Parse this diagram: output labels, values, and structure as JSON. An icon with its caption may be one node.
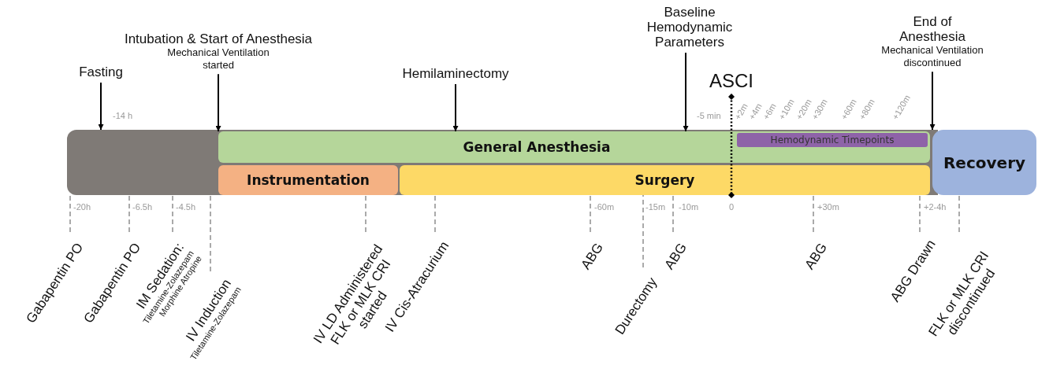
{
  "diagram": {
    "nodes": [
      {
        "text": [
          "Fasting"
        ]
      },
      {
        "text": [
          "Intubation & Start of Anesthesia",
          "Mechanical Ventilation started"
        ]
      },
      {
        "text": [
          "Hemilaminectomy"
        ]
      },
      {
        "text": [
          "Baseline Hemodynamic Parameters"
        ]
      },
      {
        "text": [
          "ASCI"
        ]
      },
      {
        "text": [
          "End of Anesthesia",
          "Mechanical Ventilation discontinued"
        ]
      },
      {
        "text": [],
        "shape": "bar"
      },
      {
        "text": [
          "General Anesthesia"
        ],
        "in": 6
      },
      {
        "text": [
          "Hemodynamic Timepoints"
        ],
        "in": 7
      },
      {
        "text": [
          "Instrumentation"
        ],
        "in": 6
      },
      {
        "text": [
          "Surgery"
        ],
        "in": 6
      },
      {
        "text": [
          "Recovery"
        ]
      },
      {
        "text": [
          "Gabapentin PO"
        ]
      },
      {
        "text": [
          "Gabapentin PO"
        ]
      },
      {
        "text": [
          "IM Sedation:",
          "Tiletamine-Zolazepam Morphine Atropine"
        ]
      },
      {
        "text": [
          "IV Induction",
          "Tiletamine-Zolazepam"
        ]
      },
      {
        "text": [
          "IV LD Administered FLK or MLK CRI started"
        ]
      },
      {
        "text": [
          "IV Cis-Atracurium"
        ]
      },
      {
        "text": [
          "ABG"
        ]
      },
      {
        "text": [
          "Durectomy"
        ]
      },
      {
        "text": [
          "ABG"
        ]
      },
      {
        "text": [
          "ABG"
        ]
      },
      {
        "text": [
          "ABG Drawn"
        ]
      },
      {
        "text": [
          "FLK or MLK CRI discontinued"
        ]
      }
    ],
    "edges": [
      {
        "from": 0,
        "to": 6,
        "arrow": "to",
        "color": "#000000"
      },
      {
        "from": 1,
        "to": 7,
        "arrow": "to",
        "color": "#000000"
      },
      {
        "from": 2,
        "to": 7,
        "arrow": "to",
        "color": "#000000"
      },
      {
        "from": 3,
        "to": 7,
        "arrow": "to",
        "color": "#000000"
      },
      {
        "from": 4,
        "to": 10,
        "arrow": "other",
        "style": "dashed",
        "color": "#000000"
      },
      {
        "from": 5,
        "to": 11,
        "arrow": "to",
        "color": "#000000"
      },
      {
        "from": 12,
        "to": 6,
        "arrow": "none",
        "style": "dashed"
      },
      {
        "from": 13,
        "to": 6,
        "arrow": "none",
        "style": "dashed"
      },
      {
        "from": 14,
        "to": 6,
        "arrow": "none",
        "style": "dashed"
      },
      {
        "from": 15,
        "to": 6,
        "arrow": "none",
        "style": "dashed"
      },
      {
        "from": 16,
        "to": 9,
        "arrow": "none",
        "style": "dashed"
      },
      {
        "from": 17,
        "to": 10,
        "arrow": "none",
        "style": "dashed"
      },
      {
        "from": 18,
        "to": 10,
        "arrow": "none",
        "style": "dashed"
      },
      {
        "from": 19,
        "to": 10,
        "arrow": "none",
        "style": "dashed"
      },
      {
        "from": 20,
        "to": 10,
        "arrow": "none",
        "style": "dashed"
      },
      {
        "from": 21,
        "to": 10,
        "arrow": "none",
        "style": "dashed"
      },
      {
        "from": 22,
        "to": 10,
        "arrow": "none",
        "style": "dashed"
      },
      {
        "from": 23,
        "to": 11,
        "arrow": "none",
        "style": "dashed"
      }
    ],
    "labels": [
      "-14 h",
      "-5 min",
      "+2m",
      "+4m",
      "+6m",
      "+10m",
      "+20m",
      "+30m",
      "+60m",
      "+80m",
      "+120m",
      "-20h",
      "-6.5h",
      "-4.5h",
      "-60m",
      "-15m",
      "-10m",
      "0",
      "+30m",
      "+2-4h"
    ]
  }
}
